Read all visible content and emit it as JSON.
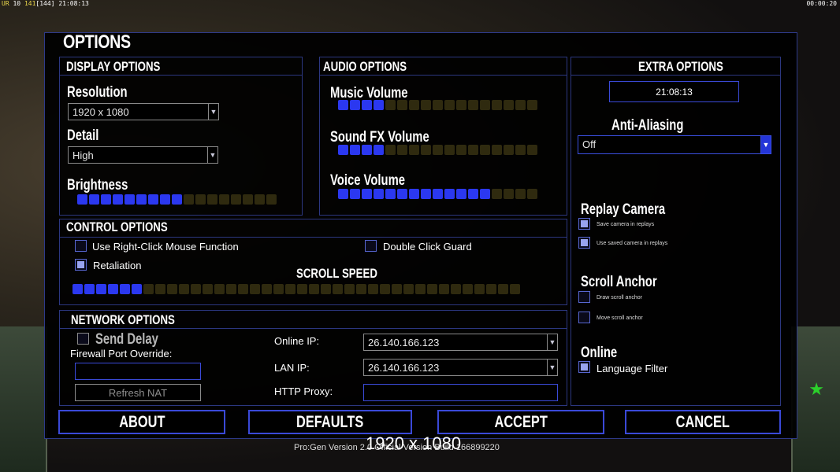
{
  "hud": {
    "left_prefix": "UR",
    "left_a": "10",
    "left_b": "141",
    "left_c": "[144]",
    "left_clock": "21:08:13",
    "right_clock": "00:00:20"
  },
  "title": "OPTIONS",
  "display": {
    "header": "DISPLAY OPTIONS",
    "resolution_label": "Resolution",
    "resolution_value": "1920 x 1080",
    "detail_label": "Detail",
    "detail_value": "High",
    "brightness_label": "Brightness",
    "brightness_level": 9,
    "brightness_max": 17
  },
  "audio": {
    "header": "AUDIO OPTIONS",
    "music_label": "Music Volume",
    "music_level": 4,
    "music_max": 17,
    "sfx_label": "Sound FX Volume",
    "sfx_level": 4,
    "sfx_max": 17,
    "voice_label": "Voice Volume",
    "voice_level": 13,
    "voice_max": 17
  },
  "control": {
    "header": "CONTROL OPTIONS",
    "right_click_label": "Use Right-Click Mouse Function",
    "right_click_checked": false,
    "double_click_label": "Double Click Guard",
    "double_click_checked": false,
    "retaliation_label": "Retaliation",
    "retaliation_checked": true,
    "scroll_speed_label": "SCROLL SPEED",
    "scroll_speed_level": 6,
    "scroll_speed_max": 38
  },
  "network": {
    "header": "NETWORK OPTIONS",
    "send_delay_label": "Send Delay",
    "send_delay_checked": false,
    "firewall_label": "Firewall Port Override:",
    "firewall_value": "",
    "refresh_nat_label": "Refresh NAT",
    "online_ip_label": "Online IP:",
    "online_ip_value": "26.140.166.123",
    "lan_ip_label": "LAN IP:",
    "lan_ip_value": "26.140.166.123",
    "http_proxy_label": "HTTP Proxy:",
    "http_proxy_value": ""
  },
  "extra": {
    "header": "EXTRA OPTIONS",
    "clock": "21:08:13",
    "aa_label": "Anti-Aliasing",
    "aa_value": "Off",
    "replay_label": "Replay Camera",
    "replay_save_label": "Save camera in replays",
    "replay_save_checked": true,
    "replay_use_label": "Use saved camera in replays",
    "replay_use_checked": true,
    "scroll_anchor_label": "Scroll Anchor",
    "draw_anchor_label": "Draw scroll anchor",
    "draw_anchor_checked": false,
    "move_anchor_label": "Move scroll anchor",
    "move_anchor_checked": false,
    "online_label": "Online",
    "language_filter_label": "Language Filter",
    "language_filter_checked": true
  },
  "buttons": {
    "about": "ABOUT",
    "defaults": "DEFAULTS",
    "accept": "ACCEPT",
    "cancel": "CANCEL"
  },
  "overlay_text": "1920 x 1080",
  "footer": "Pro:Gen Version 2.0 Official Version Build 166899220",
  "colors": {
    "accent": "#2b38f0",
    "border": "#2c3780",
    "slider_off": "#2f2a0f",
    "star": "#2bd02b"
  }
}
